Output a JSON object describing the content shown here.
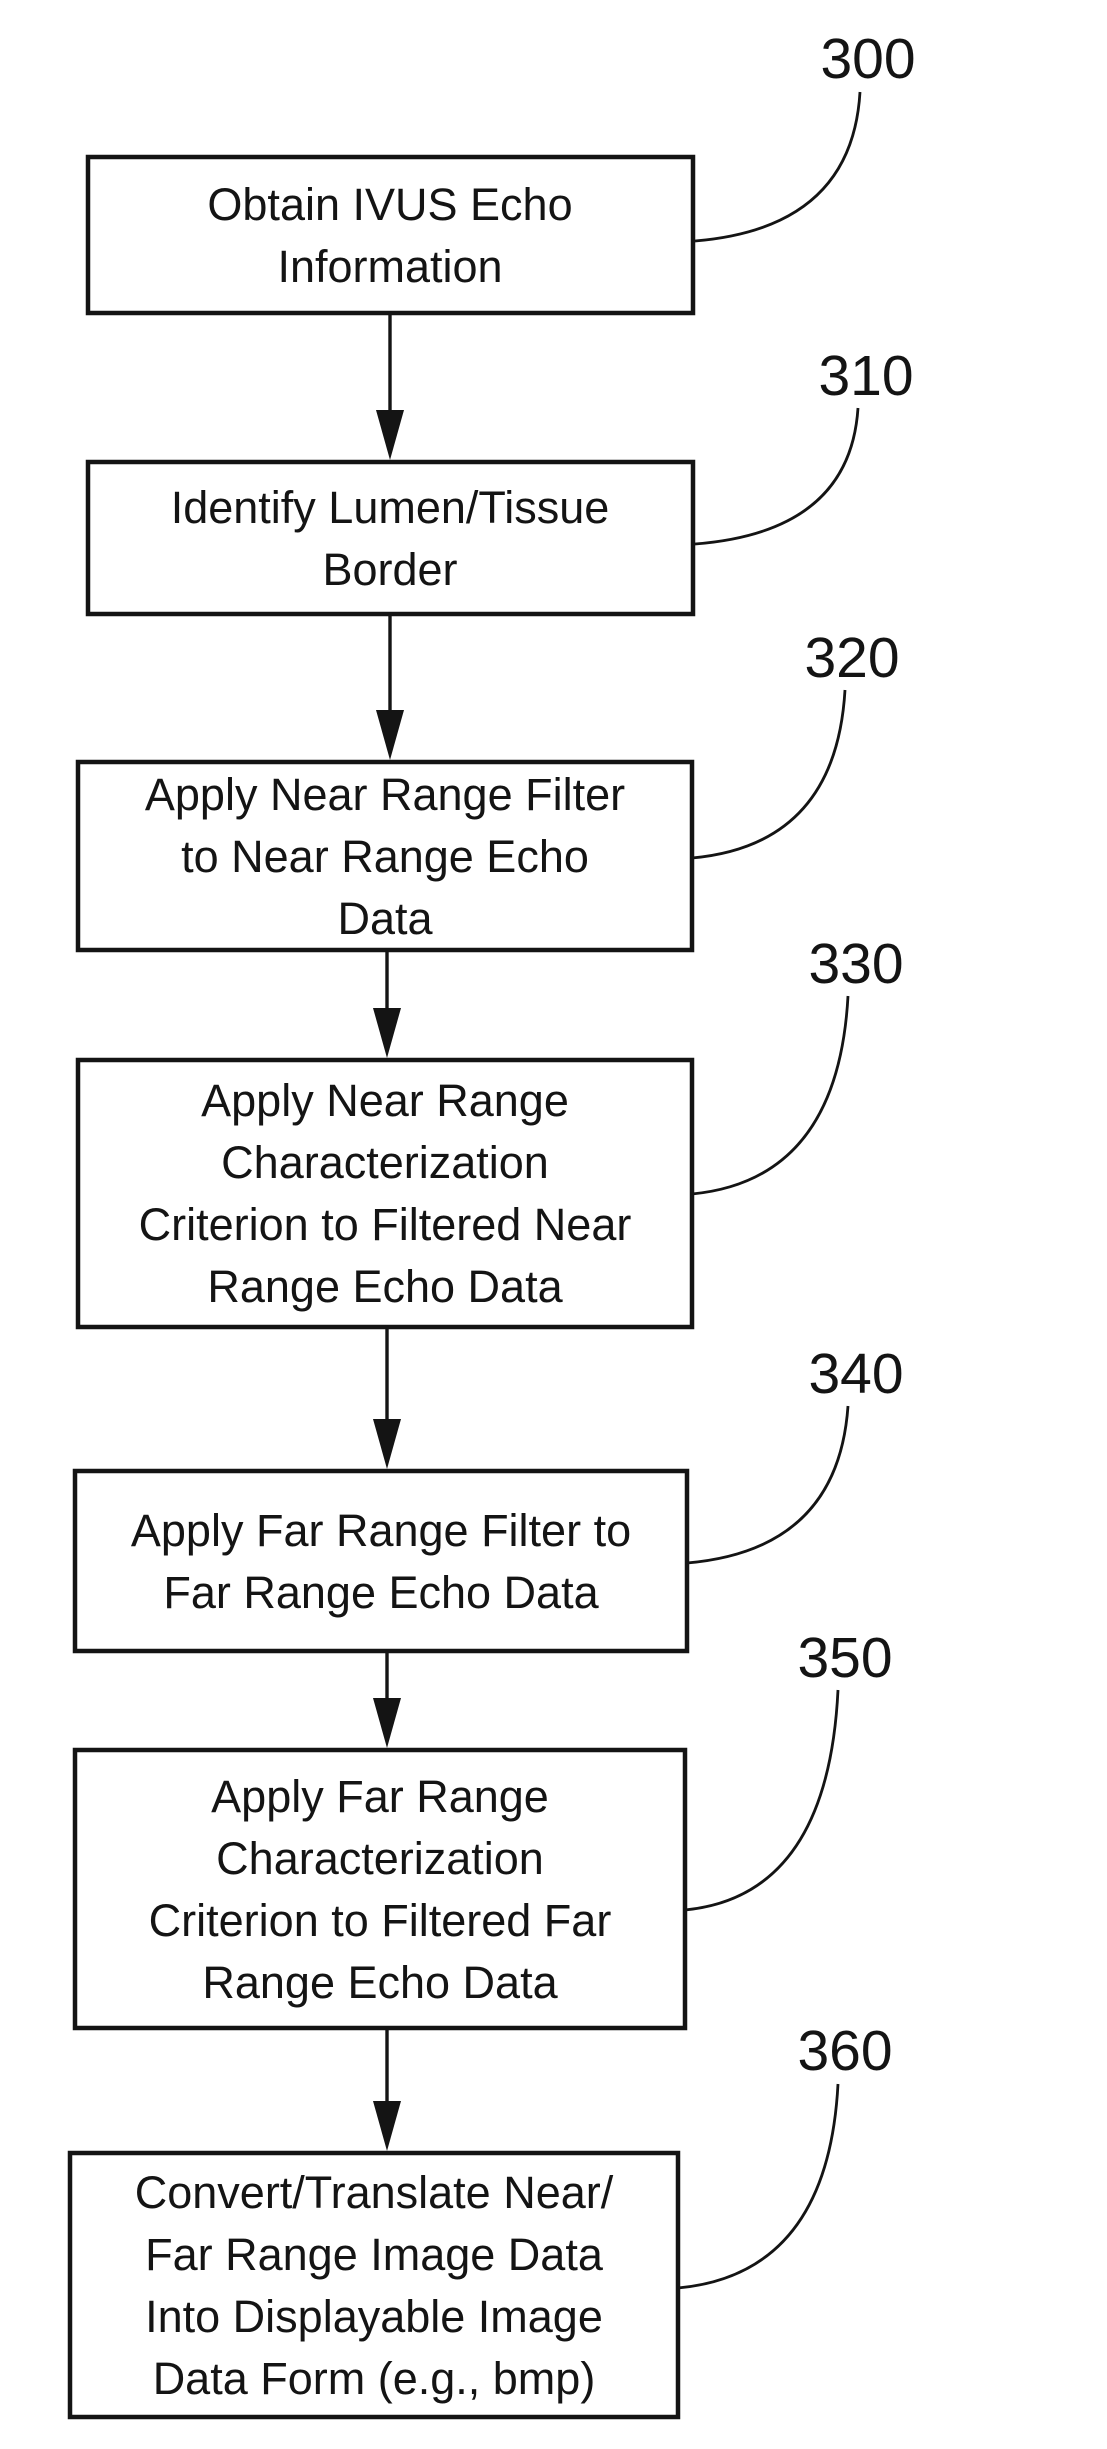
{
  "figure": {
    "colors": {
      "ink": "#141414",
      "background": "#ffffff"
    },
    "steps": [
      {
        "ref": "300",
        "lines": [
          "Obtain IVUS Echo",
          "Information"
        ]
      },
      {
        "ref": "310",
        "lines": [
          "Identify Lumen/Tissue",
          "Border"
        ]
      },
      {
        "ref": "320",
        "lines": [
          "Apply Near Range Filter",
          "to Near Range Echo",
          "Data"
        ]
      },
      {
        "ref": "330",
        "lines": [
          "Apply Near Range",
          "Characterization",
          "Criterion to Filtered Near",
          "Range Echo Data"
        ]
      },
      {
        "ref": "340",
        "lines": [
          "Apply Far Range Filter to",
          "Far Range Echo Data"
        ]
      },
      {
        "ref": "350",
        "lines": [
          "Apply Far Range",
          "Characterization",
          "Criterion to Filtered Far",
          "Range Echo Data"
        ]
      },
      {
        "ref": "360",
        "lines": [
          "Convert/Translate Near/",
          "Far Range Image Data",
          "Into Displayable Image",
          "Data Form (e.g., bmp)"
        ]
      }
    ]
  }
}
